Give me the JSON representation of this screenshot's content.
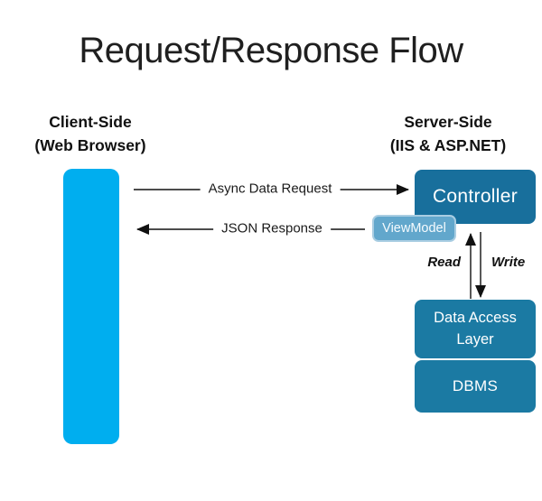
{
  "title": "Request/Response Flow",
  "client": {
    "heading": "Client-Side",
    "subheading": "(Web Browser)"
  },
  "server": {
    "heading": "Server-Side",
    "subheading": "(IIS & ASP.NET)"
  },
  "flows": {
    "request_label": "Async Data Request",
    "response_label": "JSON Response",
    "read_label": "Read",
    "write_label": "Write"
  },
  "nodes": {
    "controller": "Controller",
    "viewmodel": "ViewModel",
    "data_access_layer": "Data Access Layer",
    "dbms": "DBMS"
  },
  "colors": {
    "client_bar": "#00aeef",
    "controller_fill": "#186f9c",
    "storage_fill": "#1b7aa3",
    "viewmodel_fill": "#62a7cc",
    "viewmodel_border": "#a9cde2",
    "arrow": "#1a1a1a",
    "label_text": "#1a1a1a",
    "node_text": "#ffffff",
    "background": "#ffffff"
  }
}
